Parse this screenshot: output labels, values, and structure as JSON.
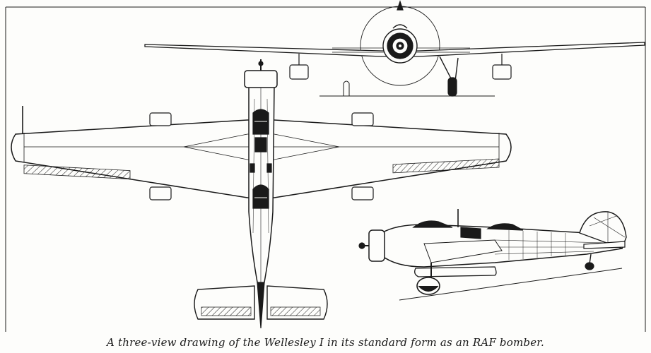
{
  "caption": "A three-view drawing of the Wellesley I in its standard form as an RAF bomber.",
  "colors": {
    "ink": "#1a1a1a",
    "paper": "#fdfdfb",
    "grey": "#8a8a8a"
  },
  "views": [
    {
      "id": "front-view"
    },
    {
      "id": "plan-view"
    },
    {
      "id": "side-view"
    }
  ]
}
